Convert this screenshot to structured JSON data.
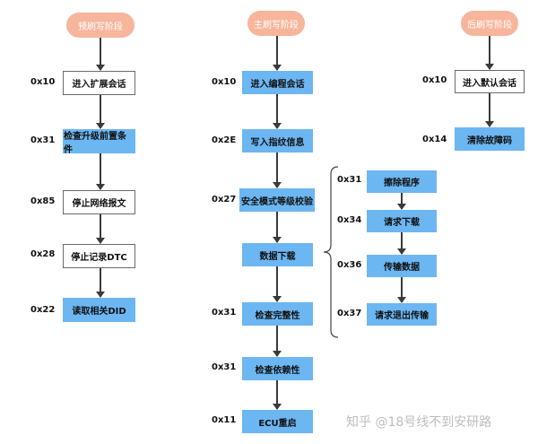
{
  "stages": [
    {
      "title": "预刷写阶段",
      "steps": [
        {
          "code": "0x10",
          "label": "进入扩展会话",
          "style": "white"
        },
        {
          "code": "0x31",
          "label": "检查升级前置条件",
          "style": "blue"
        },
        {
          "code": "0x85",
          "label": "停止网络报文",
          "style": "white"
        },
        {
          "code": "0x28",
          "label": "停止记录DTC",
          "style": "white"
        },
        {
          "code": "0x22",
          "label": "读取相关DID",
          "style": "blue"
        }
      ]
    },
    {
      "title": "主刷写阶段",
      "steps": [
        {
          "code": "0x10",
          "label": "进入编程会话",
          "style": "blue"
        },
        {
          "code": "0x2E",
          "label": "写入指纹信息",
          "style": "blue"
        },
        {
          "code": "0x27",
          "label": "安全模式等级校验",
          "style": "blue"
        },
        {
          "code": "",
          "label": "数据下载",
          "style": "blue"
        },
        {
          "code": "0x31",
          "label": "检查完整性",
          "style": "blue"
        },
        {
          "code": "0x31",
          "label": "检查依赖性",
          "style": "blue"
        },
        {
          "code": "0x11",
          "label": "ECU重启",
          "style": "blue"
        }
      ],
      "download_substeps": [
        {
          "code": "0x31",
          "label": "擦除程序",
          "style": "blue"
        },
        {
          "code": "0x34",
          "label": "请求下载",
          "style": "blue"
        },
        {
          "code": "0x36",
          "label": "传输数据",
          "style": "blue"
        },
        {
          "code": "0x37",
          "label": "请求退出传输",
          "style": "blue"
        }
      ]
    },
    {
      "title": "后刷写阶段",
      "steps": [
        {
          "code": "0x10",
          "label": "进入默认会话",
          "style": "white"
        },
        {
          "code": "0x14",
          "label": "清除故障码",
          "style": "blue"
        }
      ]
    }
  ],
  "watermark": "知乎 @18号线不到安研路",
  "colors": {
    "stage_pill": "#f7b59c",
    "step_blue": "#6cb6f2",
    "step_white": "#ffffff",
    "arrow": "#3a3a3a"
  }
}
